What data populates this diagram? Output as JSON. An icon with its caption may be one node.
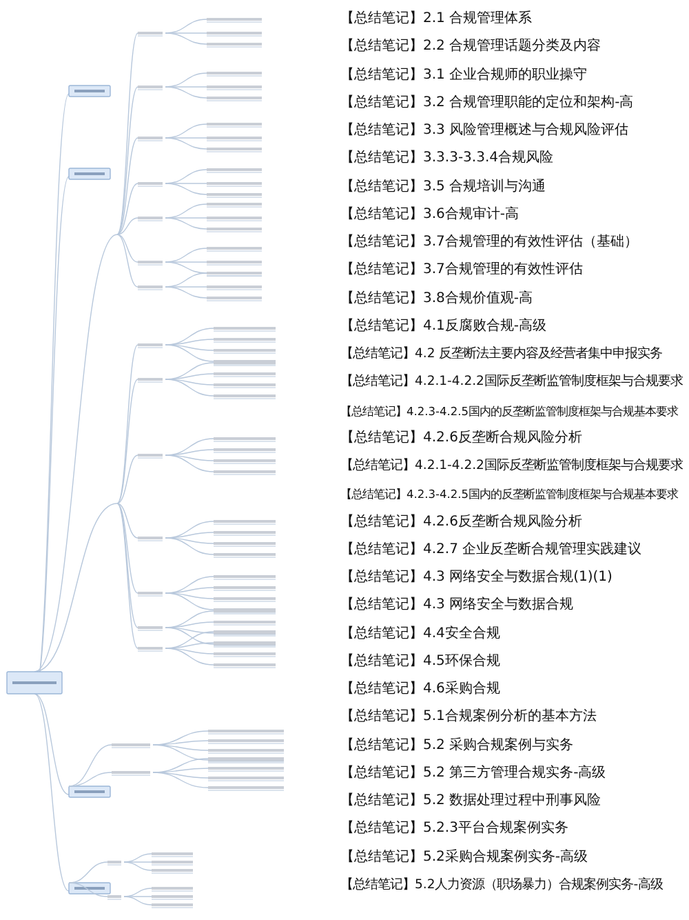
{
  "diagram": {
    "labels": [
      "【总结笔记】2.1 合规管理体系",
      "【总结笔记】2.2 合规管理话题分类及内容",
      "【总结笔记】3.1 企业合规师的职业操守",
      "【总结笔记】3.2 合规管理职能的定位和架构-高",
      "【总结笔记】3.3 风险管理概述与合规风险评估",
      "【总结笔记】3.3.3-3.3.4合规风险",
      "【总结笔记】3.5 合规培训与沟通",
      "【总结笔记】3.6合规审计-高",
      "【总结笔记】3.7合规管理的有效性评估（基础）",
      "【总结笔记】3.7合规管理的有效性评估",
      "【总结笔记】3.8合规价值观-高",
      "【总结笔记】4.1反腐败合规-高级",
      "【总结笔记】4.2 反垄断法主要内容及经营者集中申报实务",
      "【总结笔记】4.2.1-4.2.2国际反垄断监管制度框架与合规要求",
      "【总结笔记】4.2.3-4.2.5国内的反垄断监管制度框架与合规基本要求",
      "【总结笔记】4.2.6反垄断合规风险分析",
      "【总结笔记】4.2.1-4.2.2国际反垄断监管制度框架与合规要求",
      "【总结笔记】4.2.3-4.2.5国内的反垄断监管制度框架与合规基本要求",
      "【总结笔记】4.2.6反垄断合规风险分析",
      "【总结笔记】4.2.7 企业反垄断合规管理实践建议",
      "【总结笔记】4.3 网络安全与数据合规(1)(1)",
      "【总结笔记】4.3 网络安全与数据合规",
      "【总结笔记】4.4安全合规",
      "【总结笔记】4.5环保合规",
      "【总结笔记】4.6采购合规",
      "【总结笔记】5.1合规案例分析的基本方法",
      "【总结笔记】5.2 采购合规案例与实务",
      "【总结笔记】5.2 第三方管理合规实务-高级",
      "【总结笔记】5.2 数据处理过程中刑事风险",
      "【总结笔记】5.2.3平台合规案例实务",
      "【总结笔记】5.2采购合规案例实务-高级",
      "【总结笔记】5.2人力资源（职场暴力）合规案例实务-高级"
    ]
  }
}
